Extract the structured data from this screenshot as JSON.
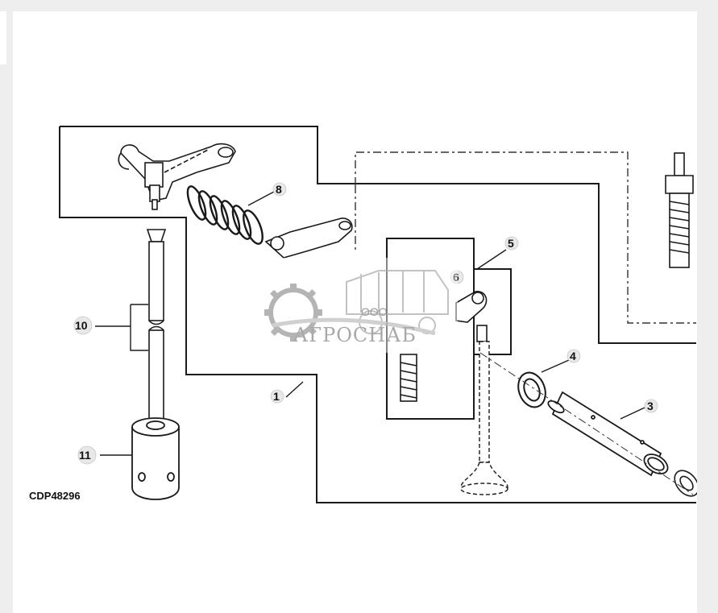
{
  "figure": {
    "code": "CDP48296",
    "callouts": [
      "1",
      "3",
      "4",
      "5",
      "6",
      "8",
      "10",
      "11"
    ]
  },
  "watermark": {
    "brand": "АГРОСНАБ",
    "prefix": "ООО",
    "color": "#9a9a9a"
  },
  "colors": {
    "line": "#1a1a1a",
    "dashed": "#333333",
    "background": "#ffffff"
  }
}
